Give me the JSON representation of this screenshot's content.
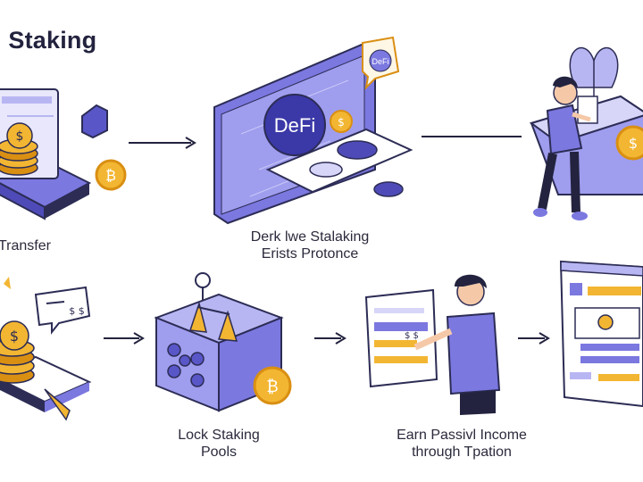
{
  "diagram": {
    "title": "i Staking",
    "colors": {
      "purple": "#7b78e0",
      "lavender": "#b8b6f2",
      "navy": "#2c2c55",
      "gold": "#f3b632",
      "gold_dark": "#d98f12",
      "ink": "#23233f"
    },
    "steps": [
      {
        "caption_lines": [
          "Transfer"
        ]
      },
      {
        "badge": "DeFi",
        "bubble": "DeFi",
        "caption_lines": [
          "Derk lwe Stalaking",
          "Erists Protonce"
        ]
      },
      {
        "caption_lines": []
      },
      {
        "bubble": "$ $",
        "caption_lines": []
      },
      {
        "caption_lines": [
          "Lock Staking",
          "Pools"
        ]
      },
      {
        "caption_lines": [
          "Earn Passivl Income",
          "through Tpation"
        ]
      },
      {
        "caption_lines": []
      }
    ],
    "icons": [
      "coin-stack-icon",
      "bitcoin-coin-icon",
      "wallet-icon",
      "dollar-coin-icon",
      "lock-vault-icon",
      "chat-bubble-icon",
      "person-icon",
      "plant-icon"
    ]
  }
}
